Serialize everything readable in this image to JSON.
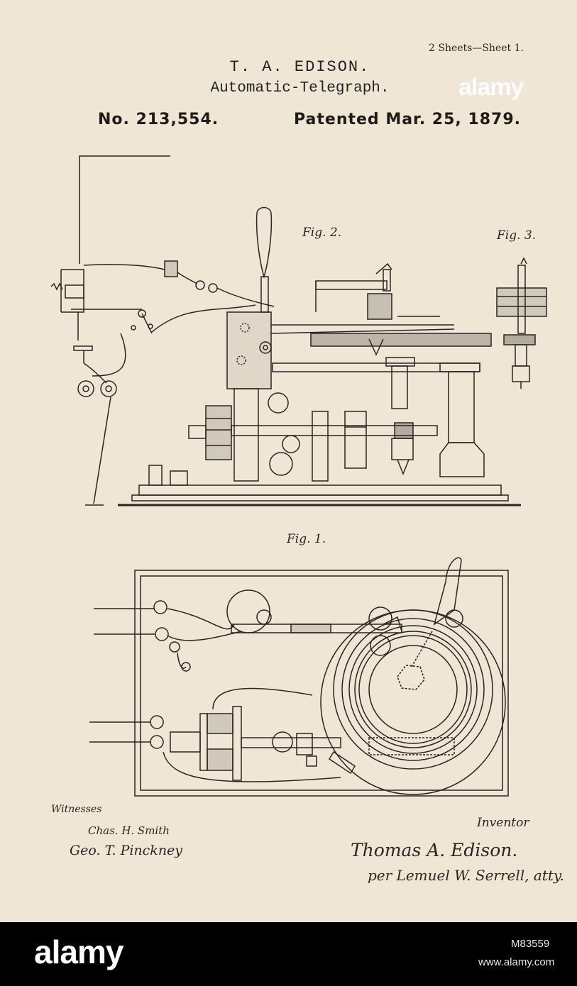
{
  "document": {
    "sheet_label": "2 Sheets—Sheet 1.",
    "inventor_name": "T. A. EDISON.",
    "title": "Automatic-Telegraph.",
    "patent_number": "No. 213,554.",
    "patent_date": "Patented Mar. 25, 1879."
  },
  "figures": {
    "fig2_label": "Fig. 2.",
    "fig3_label": "Fig. 3.",
    "fig1_label": "Fig. 1."
  },
  "signatures": {
    "witnesses_label": "Witnesses",
    "witness_1": "Chas. H. Smith",
    "witness_2": "Geo. T. Pinckney",
    "inventor_label": "Inventor",
    "inventor_signature": "Thomas A. Edison.",
    "attorney_signature": "per Lemuel W. Serrell, atty."
  },
  "watermark": {
    "text": "alamy"
  },
  "footer": {
    "logo": "alamy",
    "image_code": "M83559",
    "url": "www.alamy.com"
  },
  "colors": {
    "paper": "#efe6d6",
    "ink": "#2a2520",
    "footer_background": "#000000"
  }
}
